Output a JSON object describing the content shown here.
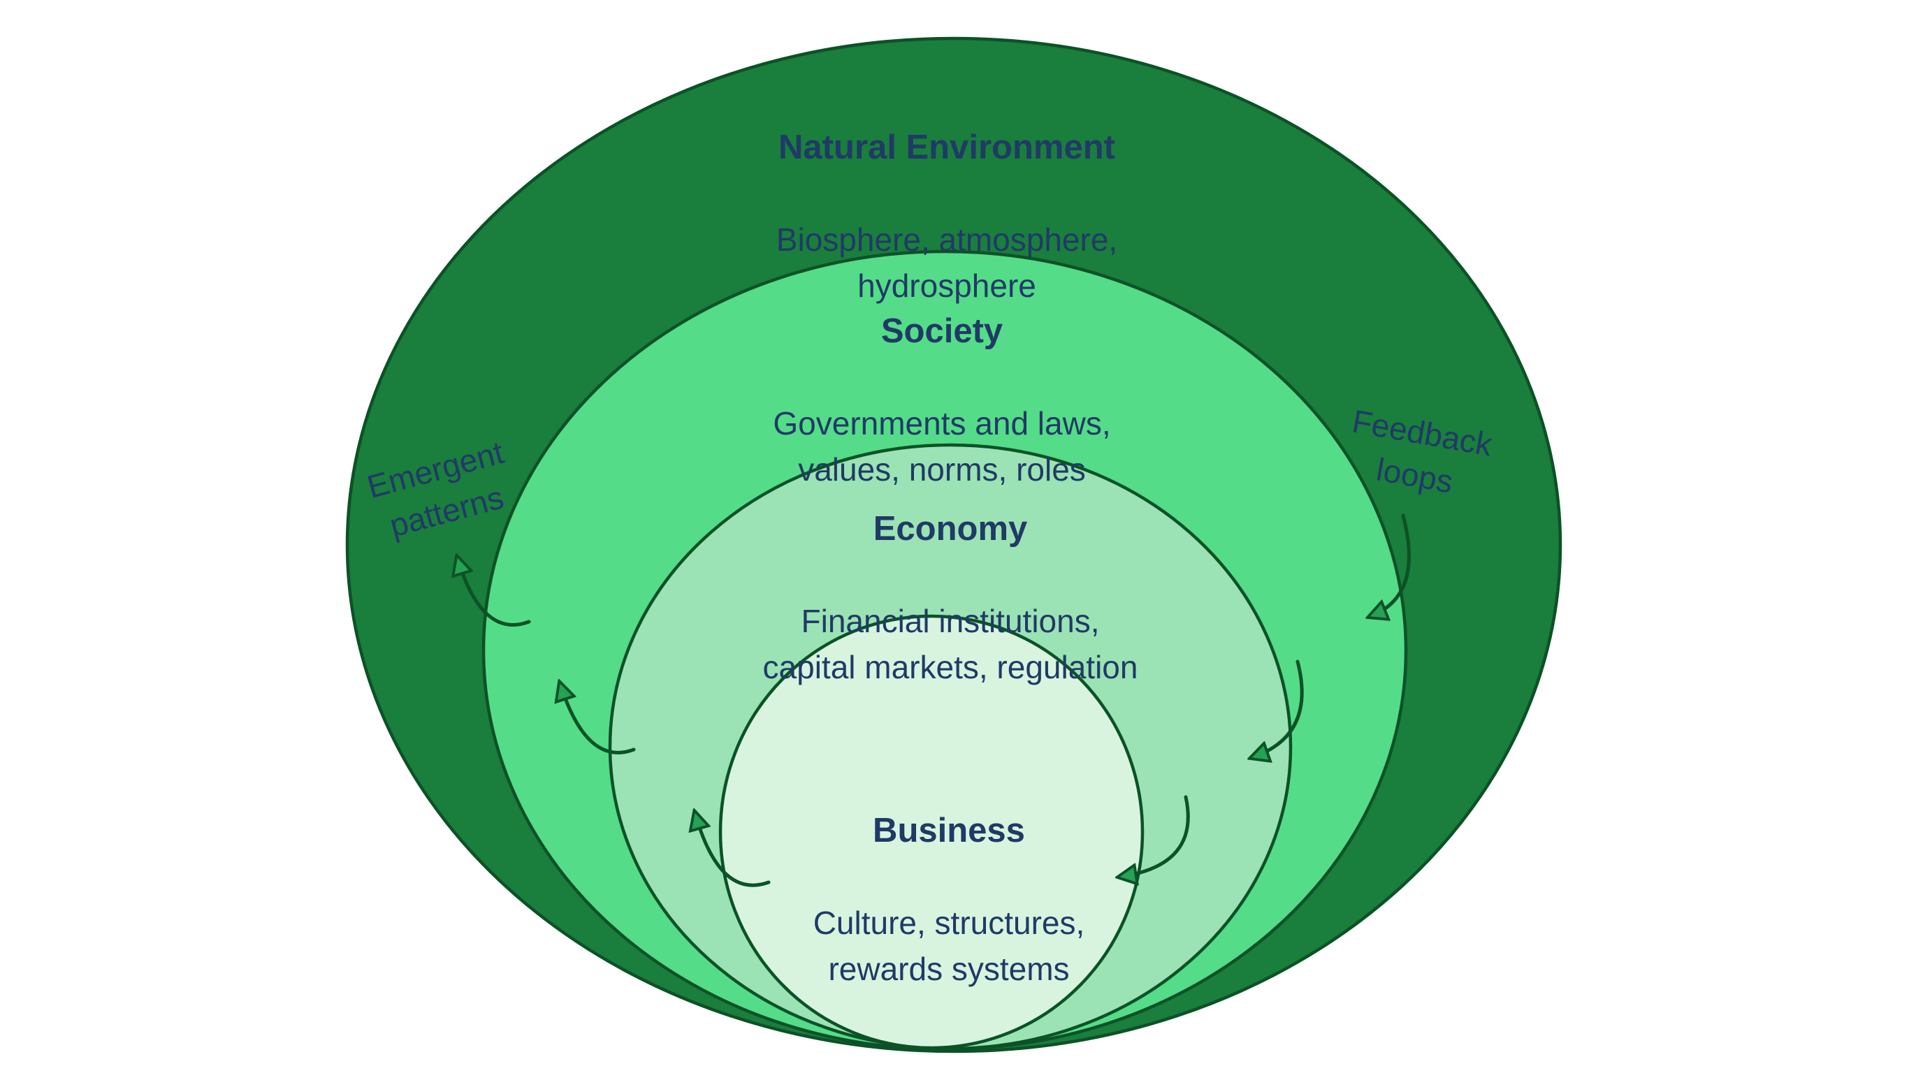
{
  "page": {
    "background": "#FFFFFF"
  },
  "rings": [
    {
      "name": "natural-environment",
      "title": "Natural Environment",
      "subtitle": "Biosphere, atmosphere,\nhydrosphere",
      "fill": "#1A7E3D"
    },
    {
      "name": "society",
      "title": "Society",
      "subtitle": "Governments and laws,\nvalues, norms, roles",
      "fill": "#55DC88"
    },
    {
      "name": "economy",
      "title": "Economy",
      "subtitle": "Financial institutions,\ncapital markets, regulation",
      "fill": "#9BE3B4"
    },
    {
      "name": "business",
      "title": "Business",
      "subtitle": "Culture, structures,\nrewards systems",
      "fill": "#D8F4DF"
    }
  ],
  "annotations": {
    "emergent": "Emergent\npatterns",
    "feedback": "Feedback\nloops"
  },
  "colors": {
    "outline": "#0C5227",
    "text": "#203A66",
    "arrowhead_fill": "#25A254"
  }
}
